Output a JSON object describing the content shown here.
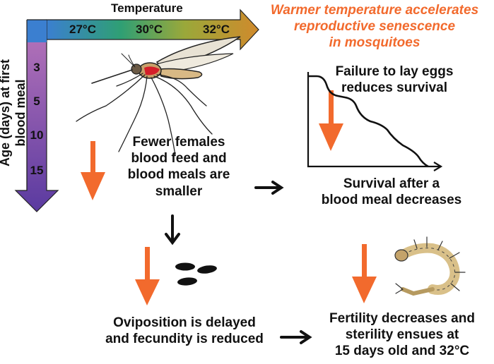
{
  "title": {
    "line1": "Warmer temperature accelerates",
    "line2": "reproductive senescence",
    "line3": "in mosquitoes"
  },
  "temperature_axis": {
    "label": "Temperature",
    "ticks": [
      "27°C",
      "30°C",
      "32°C"
    ]
  },
  "age_axis": {
    "label_line1": "Age (days) at first",
    "label_line2": "blood meal",
    "ticks": [
      "3",
      "5",
      "10",
      "15"
    ]
  },
  "boxes": {
    "feeding": {
      "line1": "Fewer females",
      "line2": "blood feed and",
      "line3": "blood meals are",
      "line4": "smaller"
    },
    "failure": {
      "line1": "Failure to lay eggs",
      "line2": "reduces survival"
    },
    "survival": {
      "line1": "Survival after a",
      "line2": "blood meal decreases"
    },
    "oviposition": {
      "line1": "Oviposition is delayed",
      "line2": "and fecundity is reduced"
    },
    "fertility": {
      "line1": "Fertility decreases and",
      "line2": "sterility ensues at",
      "line3": "15 days old and 32°C"
    }
  },
  "colors": {
    "accent_orange": "#f26a2d",
    "temp_gradient": [
      "#3b79c4",
      "#3aa66d",
      "#9aa83a",
      "#c98a2b"
    ],
    "age_gradient": [
      "#a85aa8",
      "#5a3a9a"
    ]
  },
  "icons": [
    "mosquito-icon",
    "eggs-icon",
    "larva-icon",
    "survival-curve-icon"
  ]
}
